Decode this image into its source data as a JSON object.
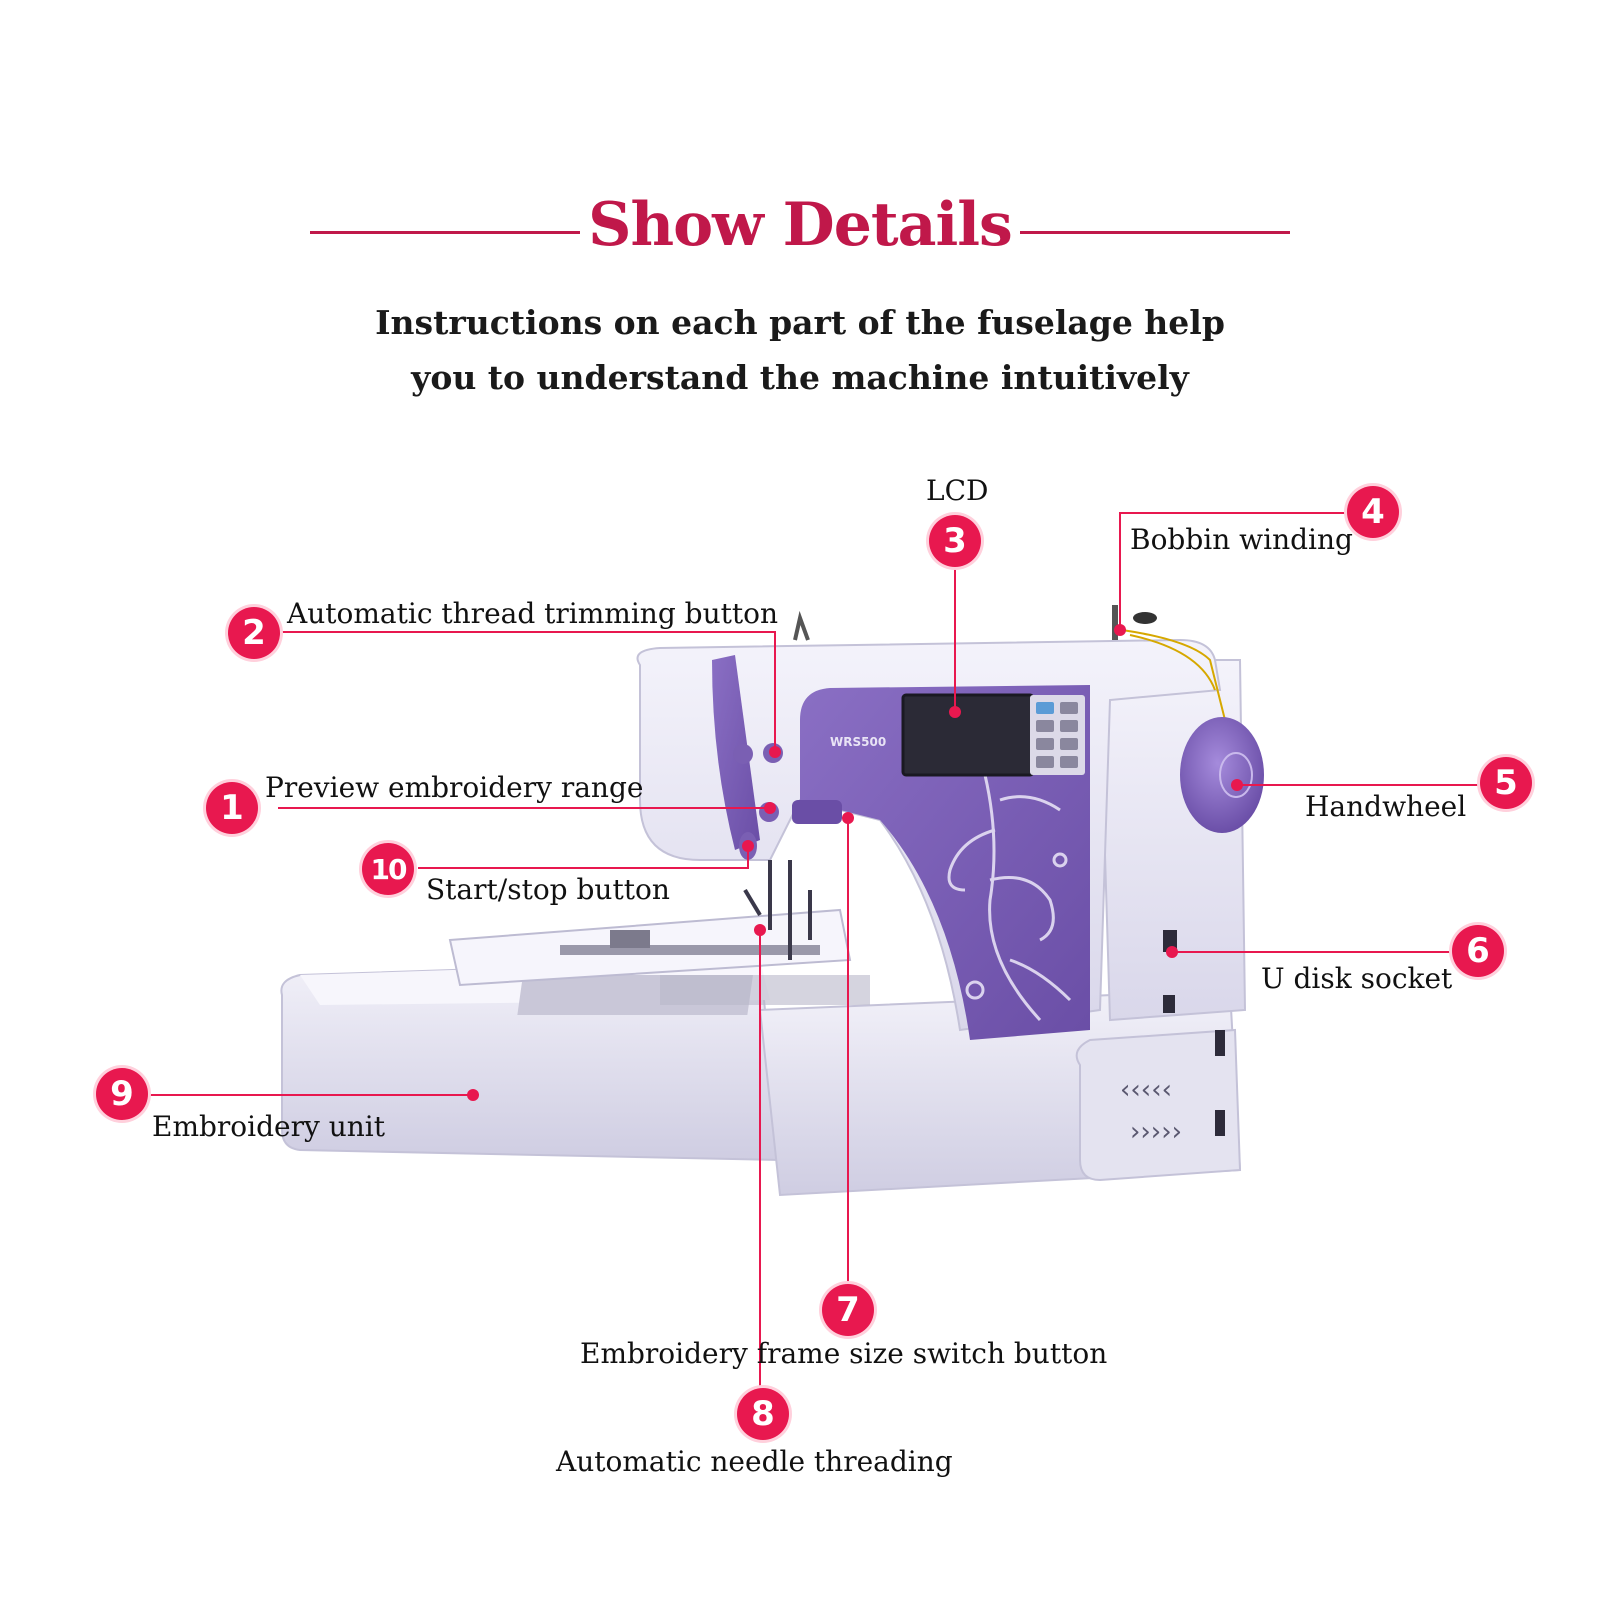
{
  "header": {
    "title": "Show Details",
    "subtitle_line1": "Instructions on each part of the fuselage help",
    "subtitle_line2": "you to understand the machine intuitively"
  },
  "machine": {
    "model_text": "WRS500",
    "body_color": "#eceaf6",
    "accent_color": "#7a5fb3",
    "callout_color": "#e8184f"
  },
  "callouts": [
    {
      "number": "1",
      "label": "Preview embroidery range"
    },
    {
      "number": "2",
      "label": "Automatic thread trimming button"
    },
    {
      "number": "3",
      "label": "LCD"
    },
    {
      "number": "4",
      "label": "Bobbin winding"
    },
    {
      "number": "5",
      "label": "Handwheel"
    },
    {
      "number": "6",
      "label": "U disk socket"
    },
    {
      "number": "7",
      "label": "Embroidery frame size switch button"
    },
    {
      "number": "8",
      "label": "Automatic needle threading"
    },
    {
      "number": "9",
      "label": "Embroidery unit"
    },
    {
      "number": "10",
      "label": "Start/stop button"
    }
  ]
}
